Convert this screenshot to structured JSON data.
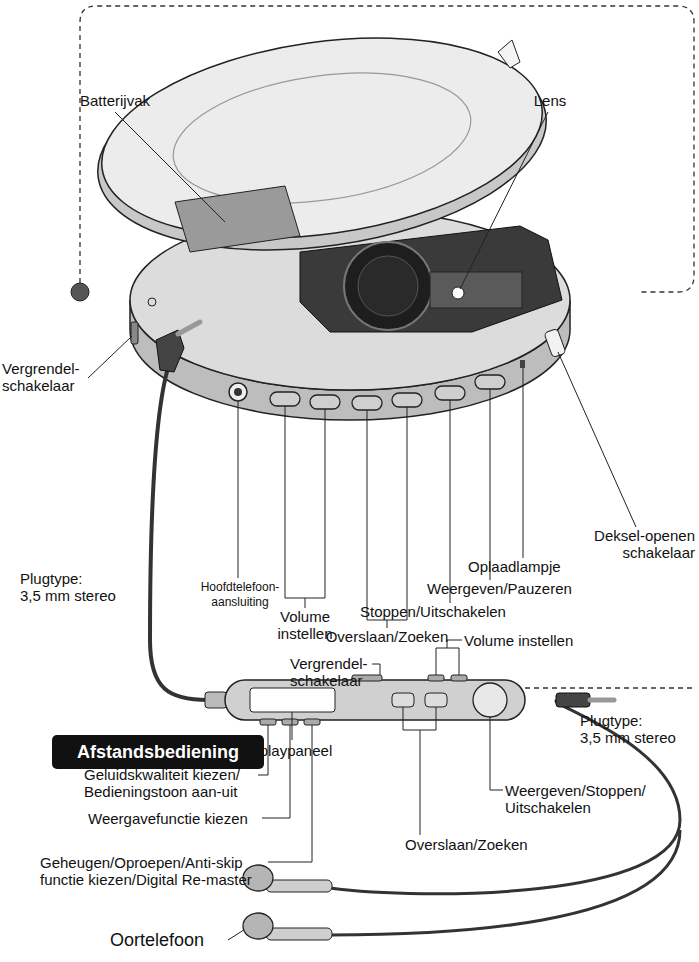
{
  "diagram": {
    "nodes": [
      {
        "text": [
          "Afstandsbediening"
        ]
      }
    ],
    "labels": [
      "Batterijvak",
      "Lens",
      "Vergrendel- schakelaar",
      "Deksel-openen schakelaar",
      "Plugtype: 3,5 mm stereo",
      "Hoofdtelefoon- aansluiting",
      "Volume instellen",
      "Oplaadlampje",
      "Weergeven/Pauzeren",
      "Stoppen/Uitschakelen",
      "Overslaan/Zoeken",
      "Vergrendel- schakelaar",
      "Volume instellen",
      "Displaypaneel",
      "Plugtype: 3,5 mm stereo",
      "Geluidskwaliteit kiezen/ Bedieningstoon aan-uit",
      "Weergeven/Stoppen/ Uitschakelen",
      "Weergavefunctie kiezen",
      "Geheugen/Oproepen/Anti-skip functie kiezen/Digital Re-master",
      "Overslaan/Zoeken",
      "Oortelefoon"
    ]
  }
}
